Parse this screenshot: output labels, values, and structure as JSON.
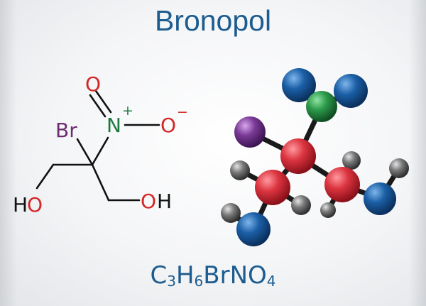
{
  "title": "Bronopol",
  "formula": [
    {
      "t": "C"
    },
    {
      "t": "3",
      "sub": true
    },
    {
      "t": "H"
    },
    {
      "t": "6",
      "sub": true
    },
    {
      "t": "BrNO"
    },
    {
      "t": "4",
      "sub": true
    }
  ],
  "structure": {
    "labels": {
      "oxygen_top": "O",
      "nitrogen": "N",
      "plus_charge": "+",
      "oxygen_right": "O",
      "minus_charge": "−",
      "bromine": "Br",
      "hydroxyl_left_h": "H",
      "hydroxyl_left_o": "O",
      "hydroxyl_right_o": "O",
      "hydroxyl_right_h": "H"
    }
  },
  "colors": {
    "title": "#1d5c8f",
    "oxygen": "#d42626",
    "nitrogen": "#1c7a3e",
    "bromine": "#6c2b72",
    "bond": "#111111",
    "atom_oxygen": "#d8323c",
    "atom_nitrogen": "#1b5fa6",
    "atom_carbon": "#2c9a4a",
    "atom_hydrogen": "#6a6a6a",
    "atom_bromine": "#7a3a96"
  }
}
